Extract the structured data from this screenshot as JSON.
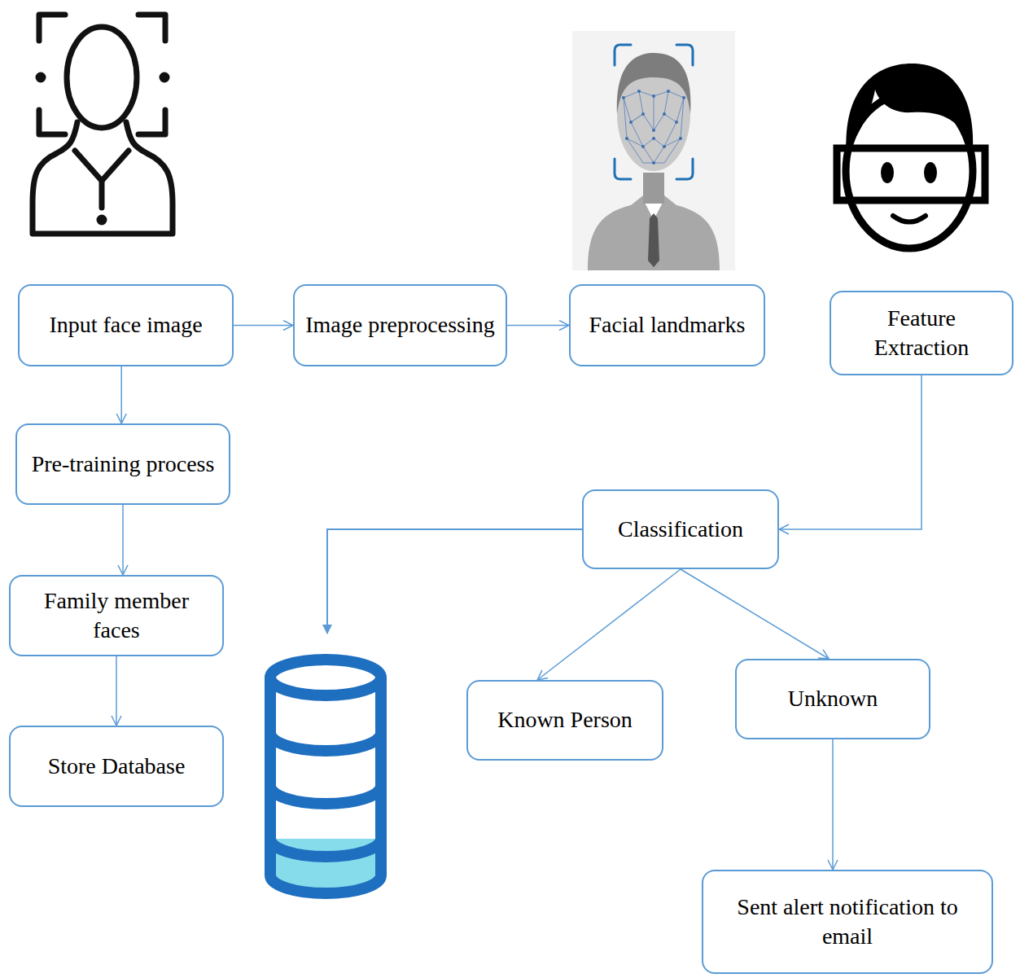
{
  "diagram": {
    "nodes": [
      {
        "text": [
          "Input face image"
        ]
      },
      {
        "text": [
          "Image preprocessing"
        ]
      },
      {
        "text": [
          "Facial landmarks"
        ]
      },
      {
        "text": [
          "Feature Extraction"
        ]
      },
      {
        "text": [
          "Pre-training process"
        ]
      },
      {
        "text": [
          "Classification"
        ]
      },
      {
        "text": [
          "Family member faces"
        ]
      },
      {
        "text": [
          "Store Database"
        ]
      },
      {
        "text": [
          "Known Person"
        ]
      },
      {
        "text": [
          "Unknown"
        ]
      },
      {
        "text": [
          "Sent alert notification to email"
        ]
      }
    ],
    "edges": [
      {
        "from": 0,
        "to": 1,
        "arrow": "to"
      },
      {
        "from": 1,
        "to": 2,
        "arrow": "to"
      },
      {
        "from": 0,
        "to": 4,
        "arrow": "to"
      },
      {
        "from": 4,
        "to": 6,
        "arrow": "to"
      },
      {
        "from": 6,
        "to": 7,
        "arrow": "to"
      },
      {
        "from": 3,
        "to": 5,
        "arrow": "to"
      },
      {
        "from": 5,
        "to": 8,
        "arrow": "to"
      },
      {
        "from": 5,
        "to": 9,
        "arrow": "to"
      },
      {
        "from": 9,
        "to": 10,
        "arrow": "to"
      }
    ]
  }
}
